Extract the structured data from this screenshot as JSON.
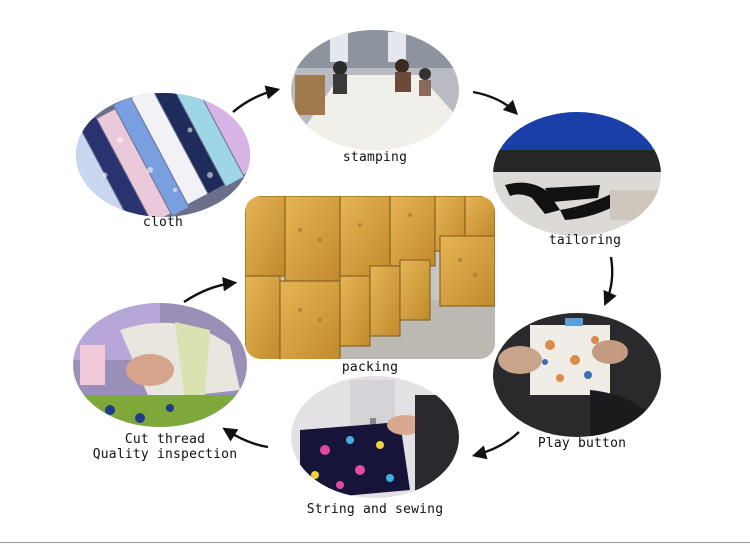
{
  "diagram": {
    "steps": [
      {
        "id": "cloth",
        "label": "cloth",
        "photo": "cloth-rolls-photo"
      },
      {
        "id": "stamping",
        "label": "stamping",
        "photo": "stamping-workshop-photo"
      },
      {
        "id": "tailoring",
        "label": "tailoring",
        "photo": "tailoring-cutting-photo"
      },
      {
        "id": "play_button",
        "label": "Play button",
        "photo": "button-pressing-photo"
      },
      {
        "id": "string_sewing",
        "label": "String and sewing",
        "photo": "sewing-machine-photo"
      },
      {
        "id": "cut_thread",
        "label_line1": "Cut thread",
        "label_line2": "Quality inspection",
        "photo": "inspection-photo"
      },
      {
        "id": "packing",
        "label": "packing",
        "photo": "packed-cartons-photo"
      }
    ],
    "colors": {
      "arrow": "#111111",
      "text": "#111111",
      "cardboard": "#d9a441"
    }
  }
}
